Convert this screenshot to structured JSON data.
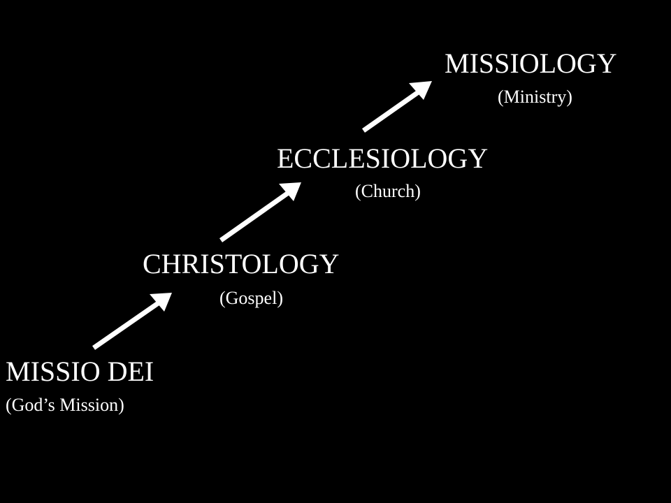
{
  "colors": {
    "background": "#000000",
    "foreground": "#ffffff"
  },
  "stages": [
    {
      "title": "MISSIO DEI",
      "subtitle": "(God’s Mission)"
    },
    {
      "title": "CHRISTOLOGY",
      "subtitle": "(Gospel)"
    },
    {
      "title": "ECCLESIOLOGY",
      "subtitle": "(Church)"
    },
    {
      "title": "MISSIOLOGY",
      "subtitle": "(Ministry)"
    }
  ],
  "connectors": [
    {
      "from": "MISSIO DEI",
      "to": "CHRISTOLOGY"
    },
    {
      "from": "CHRISTOLOGY",
      "to": "ECCLESIOLOGY"
    },
    {
      "from": "ECCLESIOLOGY",
      "to": "MISSIOLOGY"
    }
  ]
}
